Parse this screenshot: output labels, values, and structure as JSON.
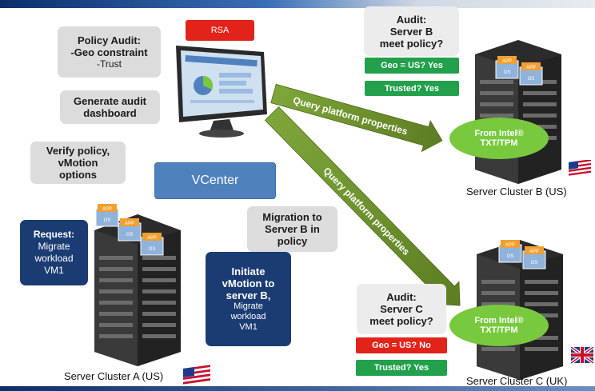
{
  "rsa_label": "RSA",
  "policy_audit": {
    "line1": "Policy Audit:",
    "line2": "-Geo constraint",
    "line3": "-Trust"
  },
  "generate_dashboard": {
    "line1": "Generate audit",
    "line2": "dashboard"
  },
  "verify_policy": {
    "line1": "Verify policy,",
    "line2": "vMotion",
    "line3": "options"
  },
  "vcenter_label": "VCenter",
  "request": {
    "line1": "Request:",
    "line2": "Migrate",
    "line3": "workload",
    "line4": "VM1"
  },
  "migration_note": {
    "line1": "Migration to",
    "line2": "Server B in",
    "line3": "policy"
  },
  "initiate": {
    "line1": "Initiate",
    "line2": "vMotion to",
    "line3": "server B,",
    "line4": "Migrate",
    "line5": "workload",
    "line6": "VM1"
  },
  "audit_b": {
    "line1": "Audit:",
    "line2": "Server B",
    "line3": "meet policy?",
    "geo": "Geo = US? Yes",
    "trusted": "Trusted? Yes"
  },
  "audit_c": {
    "line1": "Audit:",
    "line2": "Server C",
    "line3": "meet policy?",
    "geo": "Geo = US? No",
    "trusted": "Trusted? Yes"
  },
  "arrow_label": "Query platform properties",
  "intel": {
    "line1": "From Intel®",
    "line2": "TXT/TPM"
  },
  "clusters": {
    "a": "Server Cluster A (US)",
    "b": "Server Cluster B (US)",
    "c": "Server Cluster C (UK)"
  },
  "vm_labels": {
    "app": "APP",
    "os": "OS"
  },
  "colors": {
    "accent_green": "#22a04b",
    "alert_red": "#e2231a",
    "navy": "#1b3c73",
    "vcenter_blue": "#4f81bd",
    "ellipse_green": "#78c93e",
    "arrow_olive": "#6e8f2b"
  },
  "icons": [
    "monitor-icon",
    "server-rack-icon",
    "us-flag-icon",
    "uk-flag-icon"
  ]
}
